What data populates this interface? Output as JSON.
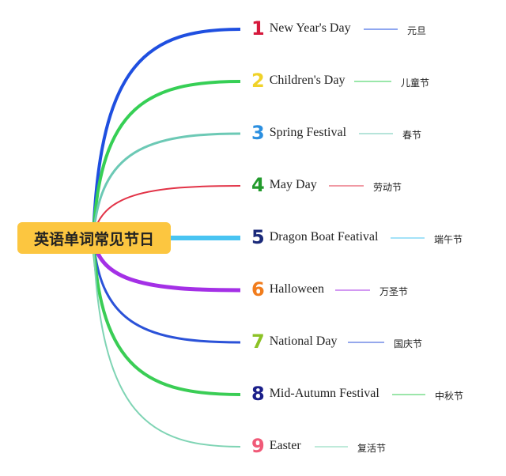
{
  "root": {
    "label": "英语单词常见节日"
  },
  "branches": [
    {
      "num": "1",
      "label": "New Year's Day",
      "translation": "元旦",
      "color": "#1f4fe0",
      "num_color": "#d6183c"
    },
    {
      "num": "2",
      "label": "Children's Day",
      "translation": "儿童节",
      "color": "#36cf55",
      "num_color": "#f0d229"
    },
    {
      "num": "3",
      "label": "Spring Festival",
      "translation": "春节",
      "color": "#6cc9b5",
      "num_color": "#2b8fe0"
    },
    {
      "num": "4",
      "label": "May Day",
      "translation": "劳动节",
      "color": "#e23347",
      "num_color": "#229a2c"
    },
    {
      "num": "5",
      "label": "Dragon Boat Featival",
      "translation": "端午节",
      "color": "#49c4f2",
      "num_color": "#1b2a7a"
    },
    {
      "num": "6",
      "label": "Halloween",
      "translation": "万圣节",
      "color": "#a430e6",
      "num_color": "#f17c1c"
    },
    {
      "num": "7",
      "label": "National Day",
      "translation": "国庆节",
      "color": "#2b52d8",
      "num_color": "#8cc226"
    },
    {
      "num": "8",
      "label": "Mid-Autumn Festival",
      "translation": "中秋节",
      "color": "#3acd55",
      "num_color": "#1b1f8a"
    },
    {
      "num": "9",
      "label": "Easter",
      "translation": "复活节",
      "color": "#7fd4b4",
      "num_color": "#f05a78"
    }
  ]
}
